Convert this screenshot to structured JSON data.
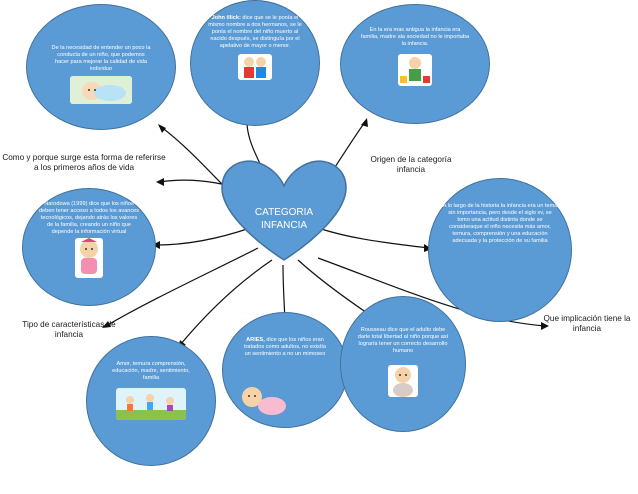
{
  "center": {
    "line1": "CATEGORIA",
    "line2": "INFANCIA"
  },
  "labels": {
    "como": "Como y porque surge esta forma de referirse a los primeros años de vida",
    "origen": "Origen de la categoría infancia",
    "tipo": "Tipo de características de infancia",
    "implicacion": "Que implicación tiene la infancia"
  },
  "bubbles": {
    "necesidad": "De la necesidad de entender un poco la conducta de un niño, que podemos hacer para mejorar la calidad de vida individuo",
    "john_author": "John illick:",
    "john_text": "dice que se le ponía el mismo nombre a dos hermanos, se le ponía el nombre del niño muerto al nacido después, se distinguía por el apelativo de mayor o menor.",
    "antigua": "En la era mas antigua la infancia era familia, madre ala sociedad no le importaba la infancia.",
    "narodowa": "Narodowa (1999) dice que los niños deben tener acceso a todos los avances tecnológicos, dejando atrás los valores de la familia, creando un niño que depende la información virtual",
    "historia": "A lo largo de la historia la infancia era un tema sin importancia, pero desde el siglo xv, se tomo una actitud distinta donde se consideraque el niño necesita más amor, ternura, comprensión y una educación adecuada y la protección de su familia",
    "amor": "Amor, ternura comprensión, educación, madre, sentimiento, familia",
    "aries_author": "ARIES,",
    "aries_text": "dice que los niños eran tratados como adultos, no existía un sentimiento a no un mimoseo",
    "rousseau": "Rousseau dice que el adulto debe darle total libertad al niño porque así lograría tener un correcto desarrollo humano"
  },
  "colors": {
    "bubble": "#5b9bd5",
    "border": "#41719c",
    "line": "#111111"
  }
}
